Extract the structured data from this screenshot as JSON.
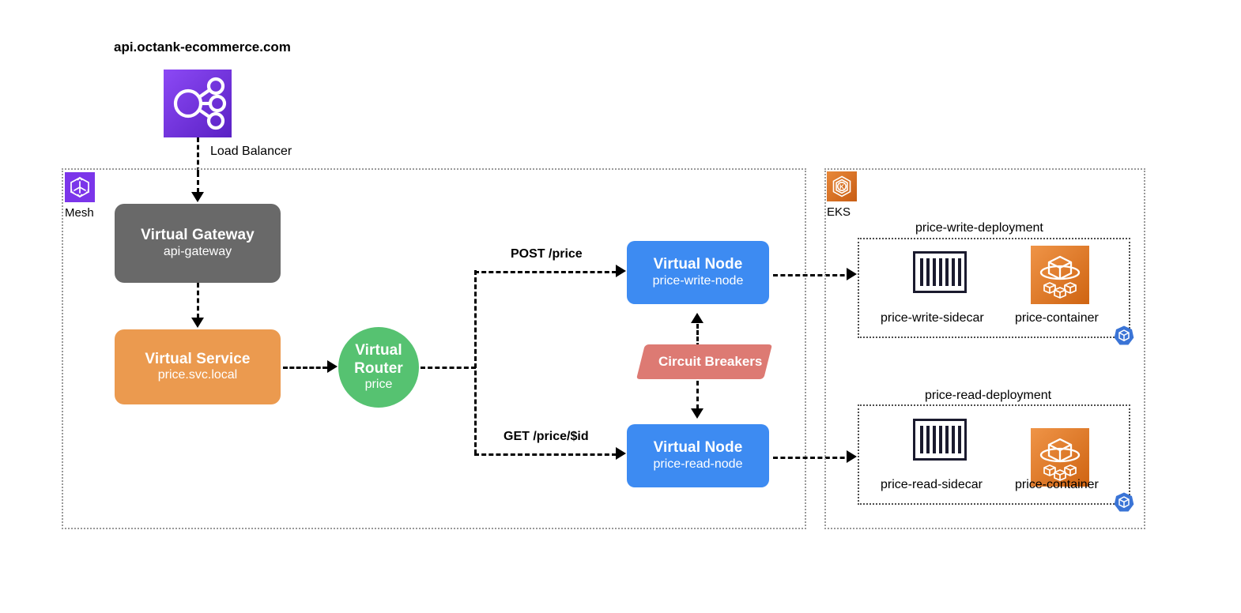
{
  "diagram": {
    "domain_title": "api.octank-ecommerce.com",
    "load_balancer_label": "Load Balancer",
    "lb_icon": "load-balancer-icon"
  },
  "mesh": {
    "badge_label": "Mesh",
    "badge_icon": "app-mesh-icon",
    "virtual_gateway": {
      "title": "Virtual Gateway",
      "subtitle": "api-gateway"
    },
    "virtual_service": {
      "title": "Virtual Service",
      "subtitle": "price.svc.local"
    },
    "virtual_router": {
      "title": "Virtual",
      "title2": "Router",
      "subtitle": "price"
    },
    "routes": [
      {
        "label": "POST /price"
      },
      {
        "label": "GET /price/$id"
      }
    ],
    "virtual_nodes": [
      {
        "title": "Virtual Node",
        "subtitle": "price-write-node"
      },
      {
        "title": "Virtual Node",
        "subtitle": "price-read-node"
      }
    ],
    "circuit_breakers": {
      "label": "Circuit Breakers"
    }
  },
  "eks": {
    "badge_label": "EKS",
    "badge_icon": "eks-icon",
    "deployments": [
      {
        "name": "price-write-deployment",
        "sidecar_label": "price-write-sidecar",
        "sidecar_icon": "envoy-sidecar-icon",
        "container_label": "price-container",
        "container_icon": "aws-container-icon",
        "pod_icon": "kubernetes-pod-icon"
      },
      {
        "name": "price-read-deployment",
        "sidecar_label": "price-read-sidecar",
        "sidecar_icon": "envoy-sidecar-icon",
        "container_label": "price-container",
        "container_icon": "aws-container-icon",
        "pod_icon": "kubernetes-pod-icon"
      }
    ]
  },
  "colors": {
    "gateway_gray": "#696969",
    "service_orange": "#eb9a4f",
    "router_green": "#56c271",
    "node_blue": "#3d8bf2",
    "circuit_red": "#dd7a73",
    "mesh_purple": "#7b35ea",
    "eks_orange": "#d9762b",
    "pod_blue": "#3a74d6"
  }
}
